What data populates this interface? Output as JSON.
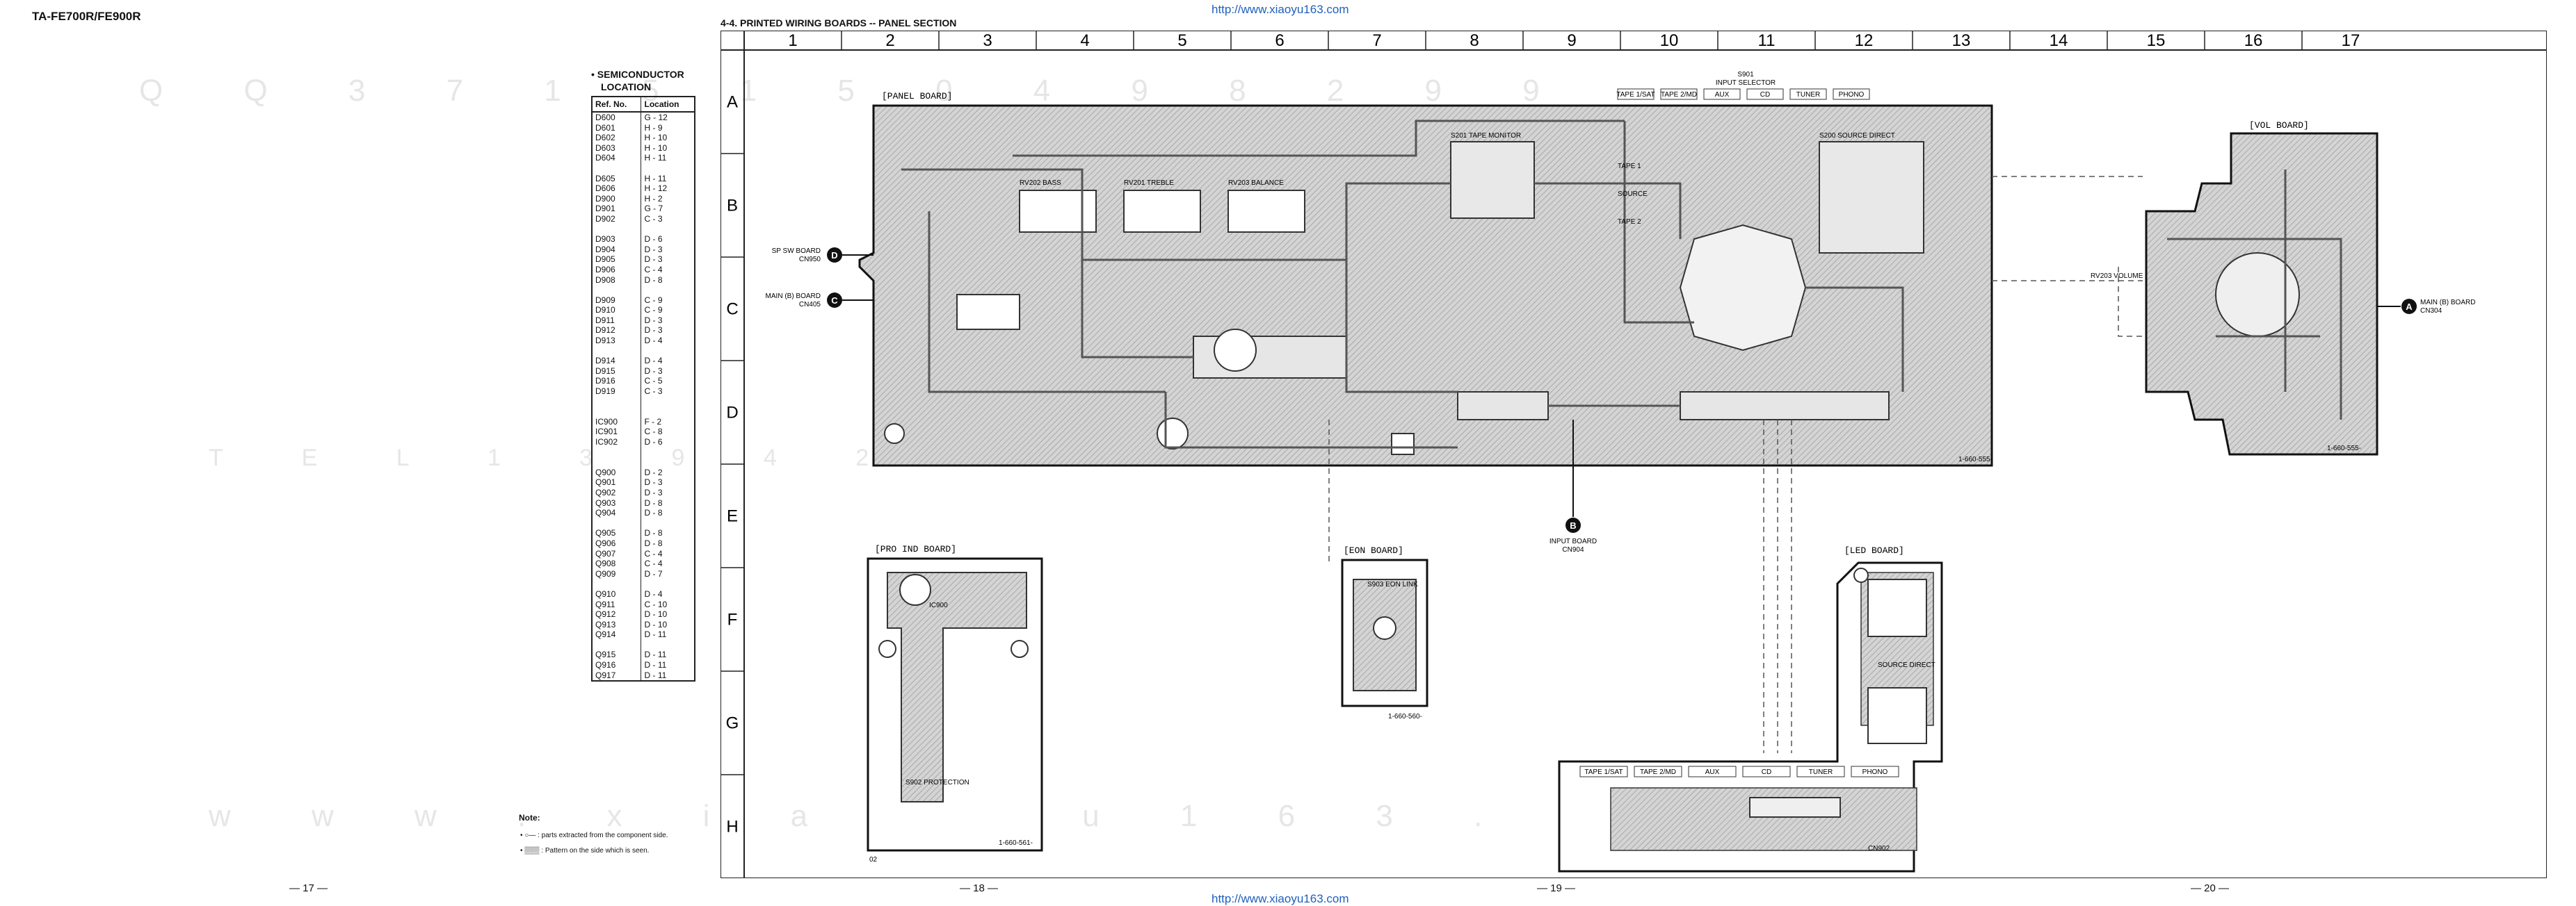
{
  "page": {
    "model_title": "TA-FE700R/FE900R",
    "section_title": "4-4. PRINTED WIRING BOARDS -- PANEL SECTION",
    "watermark_url": "http://www.xiaoyu163.com",
    "page_numbers": [
      "— 17 —",
      "— 18 —",
      "— 19 —",
      "— 20 —"
    ]
  },
  "grid": {
    "columns": [
      "1",
      "2",
      "3",
      "4",
      "5",
      "6",
      "7",
      "8",
      "9",
      "10",
      "11",
      "12",
      "13",
      "14",
      "15",
      "16",
      "17"
    ],
    "rows": [
      "A",
      "B",
      "C",
      "D",
      "E",
      "F",
      "G",
      "H"
    ]
  },
  "semiconductor": {
    "title_line1": "• SEMICONDUCTOR",
    "title_line2": "LOCATION",
    "headers": [
      "Ref. No.",
      "Location"
    ],
    "rows": [
      [
        "D600",
        "G - 12"
      ],
      [
        "D601",
        "H - 9"
      ],
      [
        "D602",
        "H - 10"
      ],
      [
        "D603",
        "H - 10"
      ],
      [
        "D604",
        "H - 11"
      ],
      [
        "",
        ""
      ],
      [
        "D605",
        "H - 11"
      ],
      [
        "D606",
        "H - 12"
      ],
      [
        "D900",
        "H - 2"
      ],
      [
        "D901",
        "G - 7"
      ],
      [
        "D902",
        "C - 3"
      ],
      [
        "",
        ""
      ],
      [
        "D903",
        "D - 6"
      ],
      [
        "D904",
        "D - 3"
      ],
      [
        "D905",
        "D - 3"
      ],
      [
        "D906",
        "C - 4"
      ],
      [
        "D908",
        "D - 8"
      ],
      [
        "",
        ""
      ],
      [
        "D909",
        "C - 9"
      ],
      [
        "D910",
        "C - 9"
      ],
      [
        "D911",
        "D - 3"
      ],
      [
        "D912",
        "D - 3"
      ],
      [
        "D913",
        "D - 4"
      ],
      [
        "",
        ""
      ],
      [
        "D914",
        "D - 4"
      ],
      [
        "D915",
        "D - 3"
      ],
      [
        "D916",
        "C - 5"
      ],
      [
        "D919",
        "C - 3"
      ],
      [
        "",
        ""
      ],
      [
        "",
        ""
      ],
      [
        "IC900",
        "F - 2"
      ],
      [
        "IC901",
        "C - 8"
      ],
      [
        "IC902",
        "D - 6"
      ],
      [
        "",
        ""
      ],
      [
        "",
        ""
      ],
      [
        "Q900",
        "D - 2"
      ],
      [
        "Q901",
        "D - 3"
      ],
      [
        "Q902",
        "D - 3"
      ],
      [
        "Q903",
        "D - 8"
      ],
      [
        "Q904",
        "D - 8"
      ],
      [
        "",
        ""
      ],
      [
        "Q905",
        "D - 8"
      ],
      [
        "Q906",
        "D - 8"
      ],
      [
        "Q907",
        "C - 4"
      ],
      [
        "Q908",
        "C - 4"
      ],
      [
        "Q909",
        "D - 7"
      ],
      [
        "",
        ""
      ],
      [
        "Q910",
        "D - 4"
      ],
      [
        "Q911",
        "C - 10"
      ],
      [
        "Q912",
        "D - 10"
      ],
      [
        "Q913",
        "D - 10"
      ],
      [
        "Q914",
        "D - 11"
      ],
      [
        "",
        ""
      ],
      [
        "Q915",
        "D - 11"
      ],
      [
        "Q916",
        "D - 11"
      ],
      [
        "Q917",
        "D - 11"
      ]
    ]
  },
  "notes": {
    "title": "Note:",
    "line1": ": parts extracted from the component side.",
    "line2": ": Pattern on the side which is seen."
  },
  "boards": {
    "panel": "[PANEL BOARD]",
    "vol": "[VOL BOARD]",
    "pro_ind": "[PRO IND BOARD]",
    "eon": "[EON BOARD]",
    "led": "[LED BOARD]"
  },
  "connectors": {
    "sp_sw": {
      "letter": "D",
      "text1": "SP SW BOARD",
      "text2": "CN950"
    },
    "main_c": {
      "letter": "C",
      "text1": "MAIN (B) BOARD",
      "text2": "CN405"
    },
    "main_a": {
      "letter": "A",
      "text1": "MAIN (B) BOARD",
      "text2": "CN304"
    },
    "input_b": {
      "letter": "B",
      "text1": "INPUT BOARD",
      "text2": "CN904"
    }
  },
  "selector": {
    "ref": "S901",
    "name": "INPUT SELECTOR",
    "positions": [
      "TAPE 1/SAT",
      "TAPE 2/MD",
      "AUX",
      "CD",
      "TUNER",
      "PHONO"
    ]
  },
  "panel_labels": [
    "RV202 BASS",
    "RV201 TREBLE",
    "RV203 BALANCE",
    "S201 TAPE MONITOR",
    "S200 SOURCE DIRECT",
    "TAPE 1",
    "SOURCE",
    "TAPE 2"
  ],
  "vol_labels": [
    "RV203 VOLUME"
  ],
  "pro_ind_labels": [
    "S902 PROTECTION",
    "IC900",
    "02"
  ],
  "eon_labels": [
    "S903 EON LINK"
  ],
  "led_labels": [
    "CN902",
    "SOURCE DIRECT"
  ],
  "led_selector": [
    "TAPE 1/SAT",
    "TAPE 2/MD",
    "AUX",
    "CD",
    "TUNER",
    "PHONO"
  ],
  "board_numbers": {
    "panel": "1-660-555-",
    "vol": "1-660-555-",
    "pro_ind": "1-660-561-",
    "eon": "1-660-560-"
  },
  "ghost_rows": {
    "row1": "Q Q 3 7 1 5 1 5 0 4 9 8 2 9 9",
    "row2": "T E L 1 3 9 4 2 9 6 5 1 3",
    "row3": "w w w . x i a o y u 1 6 3 . c o m"
  },
  "colors": {
    "trace": "#5a5a5a",
    "pcb_fill": "#c9c9c9",
    "grid": "#222222",
    "watermark": "#1f5fbf"
  }
}
